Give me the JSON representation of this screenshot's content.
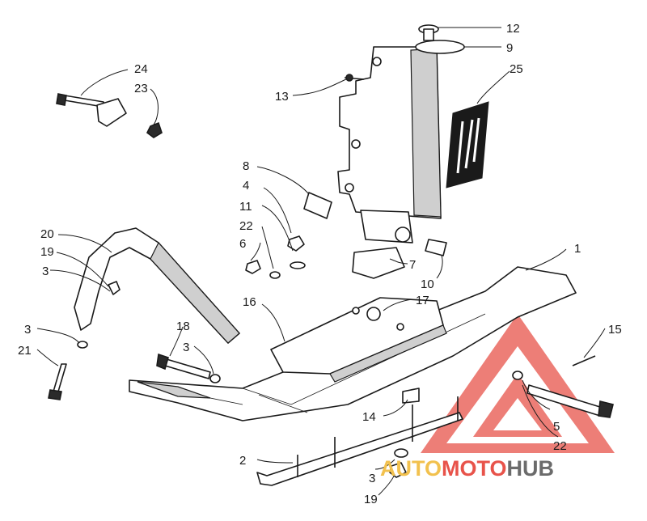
{
  "diagram": {
    "callouts": [
      "1",
      "2",
      "3",
      "3",
      "3",
      "3",
      "4",
      "5",
      "6",
      "7",
      "8",
      "9",
      "10",
      "11",
      "12",
      "13",
      "14",
      "15",
      "16",
      "17",
      "18",
      "19",
      "19",
      "20",
      "21",
      "22",
      "22",
      "23",
      "24",
      "25"
    ]
  },
  "watermark": {
    "part1": "AUTO",
    "part2": "MOTO",
    "part3": "HUB",
    "colors": {
      "auto": "#f2c14e",
      "moto": "#e8534a",
      "hub": "#6b6b6b",
      "triangle": "#e8534a"
    }
  }
}
